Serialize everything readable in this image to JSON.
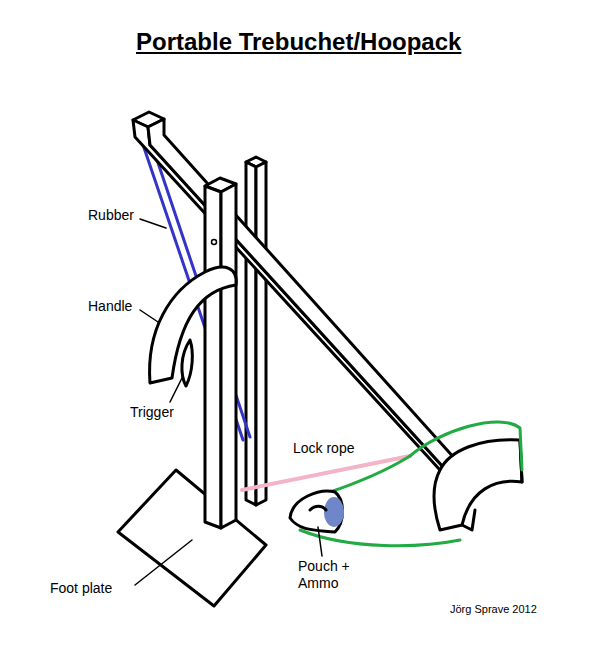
{
  "diagram": {
    "title": "Portable Trebuchet/Hoopack",
    "labels": [
      "Rubber",
      "Handle",
      "Trigger",
      "Lock rope",
      "Pouch + Ammo",
      "Foot plate",
      "Jörg Sprave 2012"
    ]
  }
}
